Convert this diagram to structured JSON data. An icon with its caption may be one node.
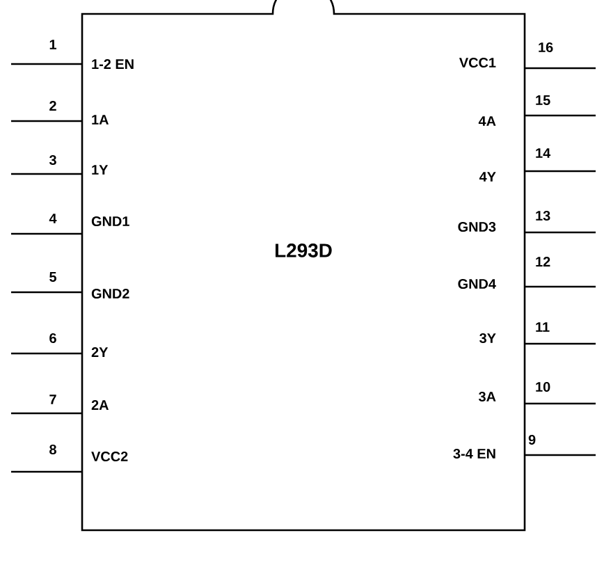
{
  "diagram": {
    "nodes": [
      {
        "text": [
          "L293D"
        ]
      }
    ],
    "labels": [
      "1",
      "1-2 EN",
      "2",
      "1A",
      "3",
      "1Y",
      "4",
      "GND1",
      "5",
      "GND2",
      "6",
      "2Y",
      "7",
      "2A",
      "8",
      "VCC2",
      "16",
      "VCC1",
      "15",
      "4A",
      "14",
      "4Y",
      "13",
      "GND3",
      "12",
      "GND4",
      "11",
      "3Y",
      "10",
      "3A",
      "9",
      "3-4 EN"
    ]
  }
}
